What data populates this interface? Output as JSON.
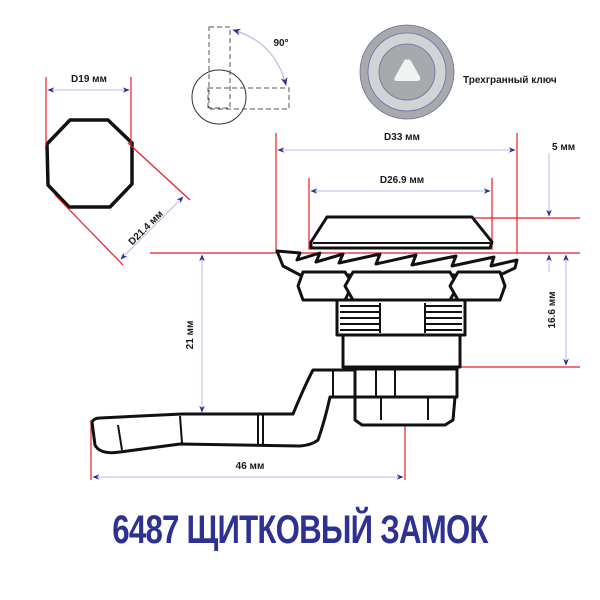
{
  "title": "6487 ЩИТКОВЫЙ ЗАМОК",
  "colors": {
    "title": "#2e3192",
    "dimension_line": "#e31e24",
    "arrow": "#2e3192",
    "leader": "#b8bce0",
    "outline": "#111111",
    "key_face_outer": "#a7a9ac",
    "key_face_ring": "#d1d3d4"
  },
  "labels": {
    "octagon_width": "D19 мм",
    "octagon_diagonal": "D21.4 мм",
    "rotation_angle": "90°",
    "key_type": "Трехгранный ключ",
    "flange_diameter": "D33 мм",
    "cap_diameter": "D26.9 мм",
    "cap_height": "5 мм",
    "body_height": "16.6 мм",
    "cam_offset": "21 мм",
    "cam_length": "46 мм"
  }
}
